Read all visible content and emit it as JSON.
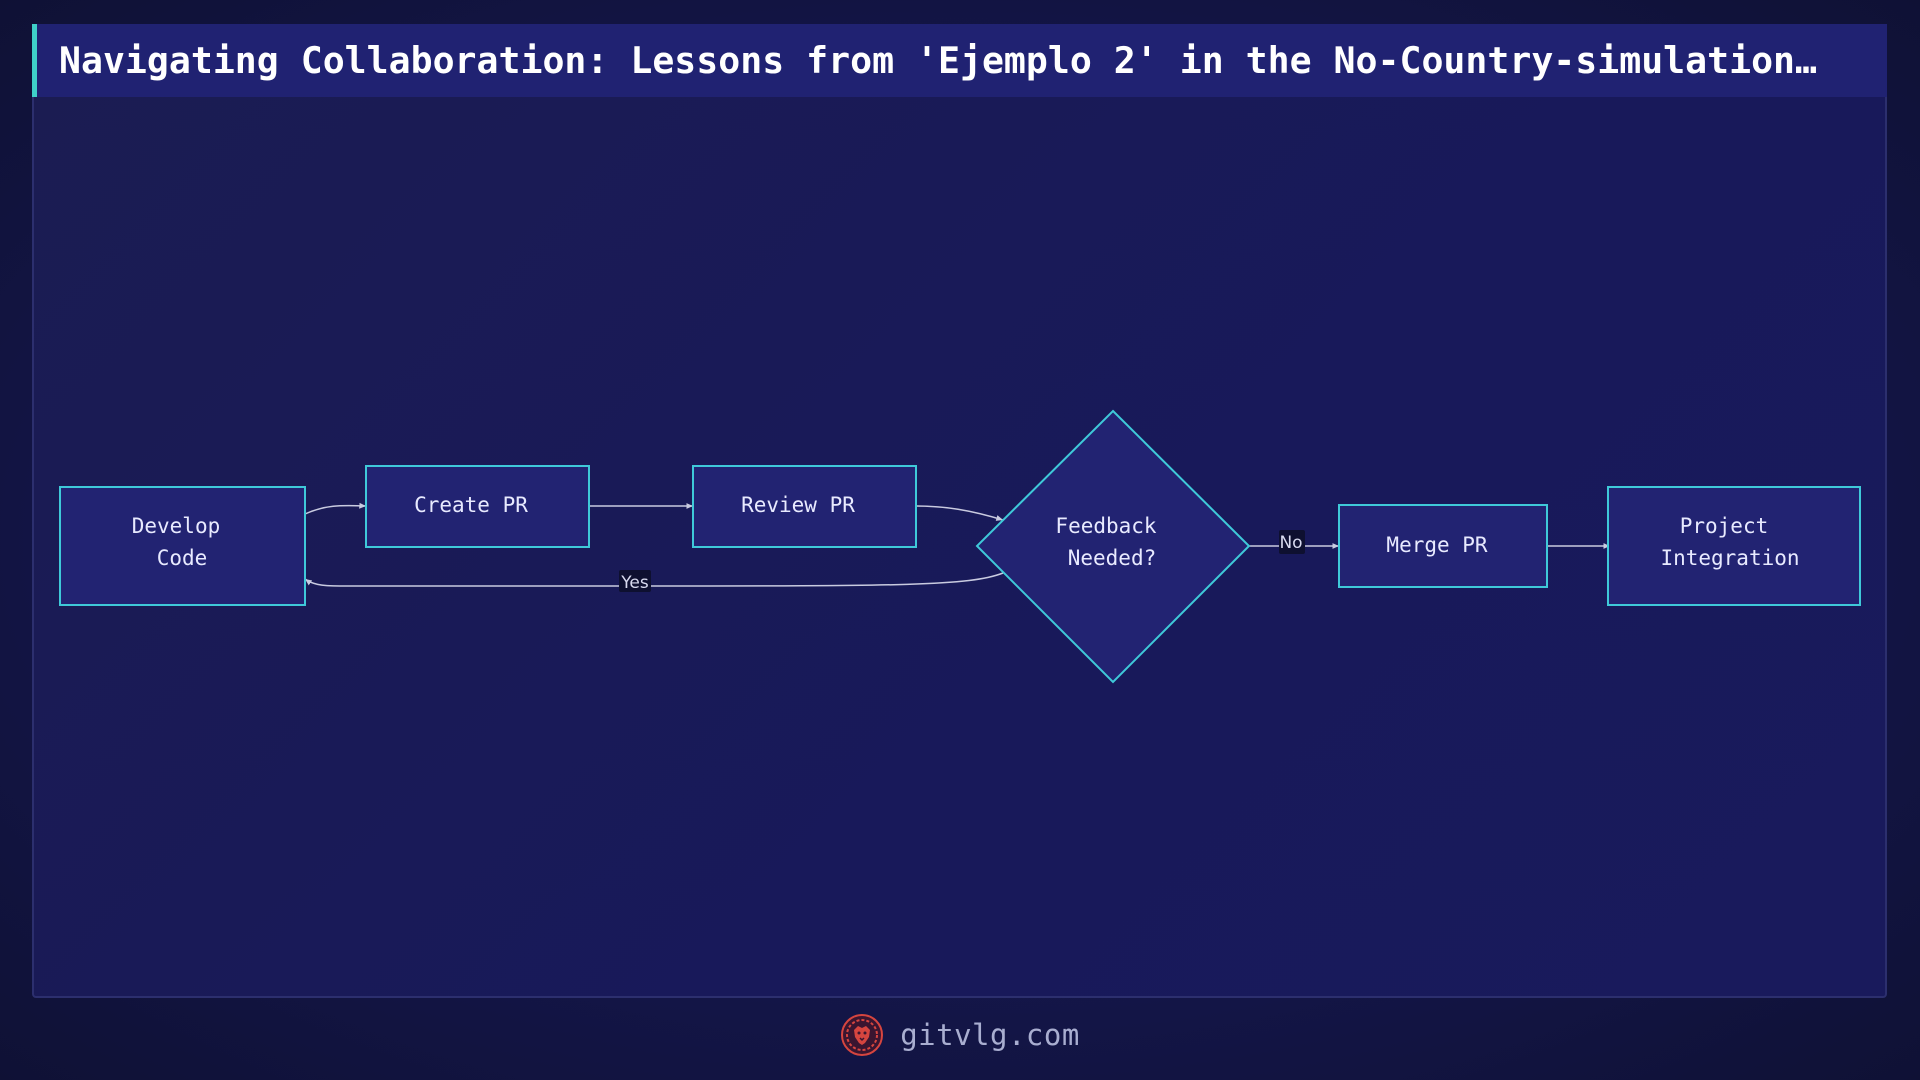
{
  "title": "Navigating Collaboration: Lessons from 'Ejemplo 2' in the No-Country-simulation…",
  "colors": {
    "node_fill": "#222372",
    "node_stroke": "#3fc9d9",
    "edge": "#c9cbe0",
    "accent": "#3fd0c9",
    "logo": "#d6453f"
  },
  "nodes": {
    "develop": {
      "lines": [
        "Develop",
        "Code"
      ]
    },
    "create_pr": {
      "lines": [
        "Create PR"
      ]
    },
    "review_pr": {
      "lines": [
        "Review PR"
      ]
    },
    "feedback": {
      "lines": [
        "Feedback",
        "Needed?"
      ]
    },
    "merge_pr": {
      "lines": [
        "Merge PR"
      ]
    },
    "integration": {
      "lines": [
        "Project",
        "Integration"
      ]
    }
  },
  "edges": {
    "yes_label": "Yes",
    "no_label": "No"
  },
  "footer": {
    "site": "gitvlg.com",
    "logo_icon": "lion-head-icon"
  }
}
